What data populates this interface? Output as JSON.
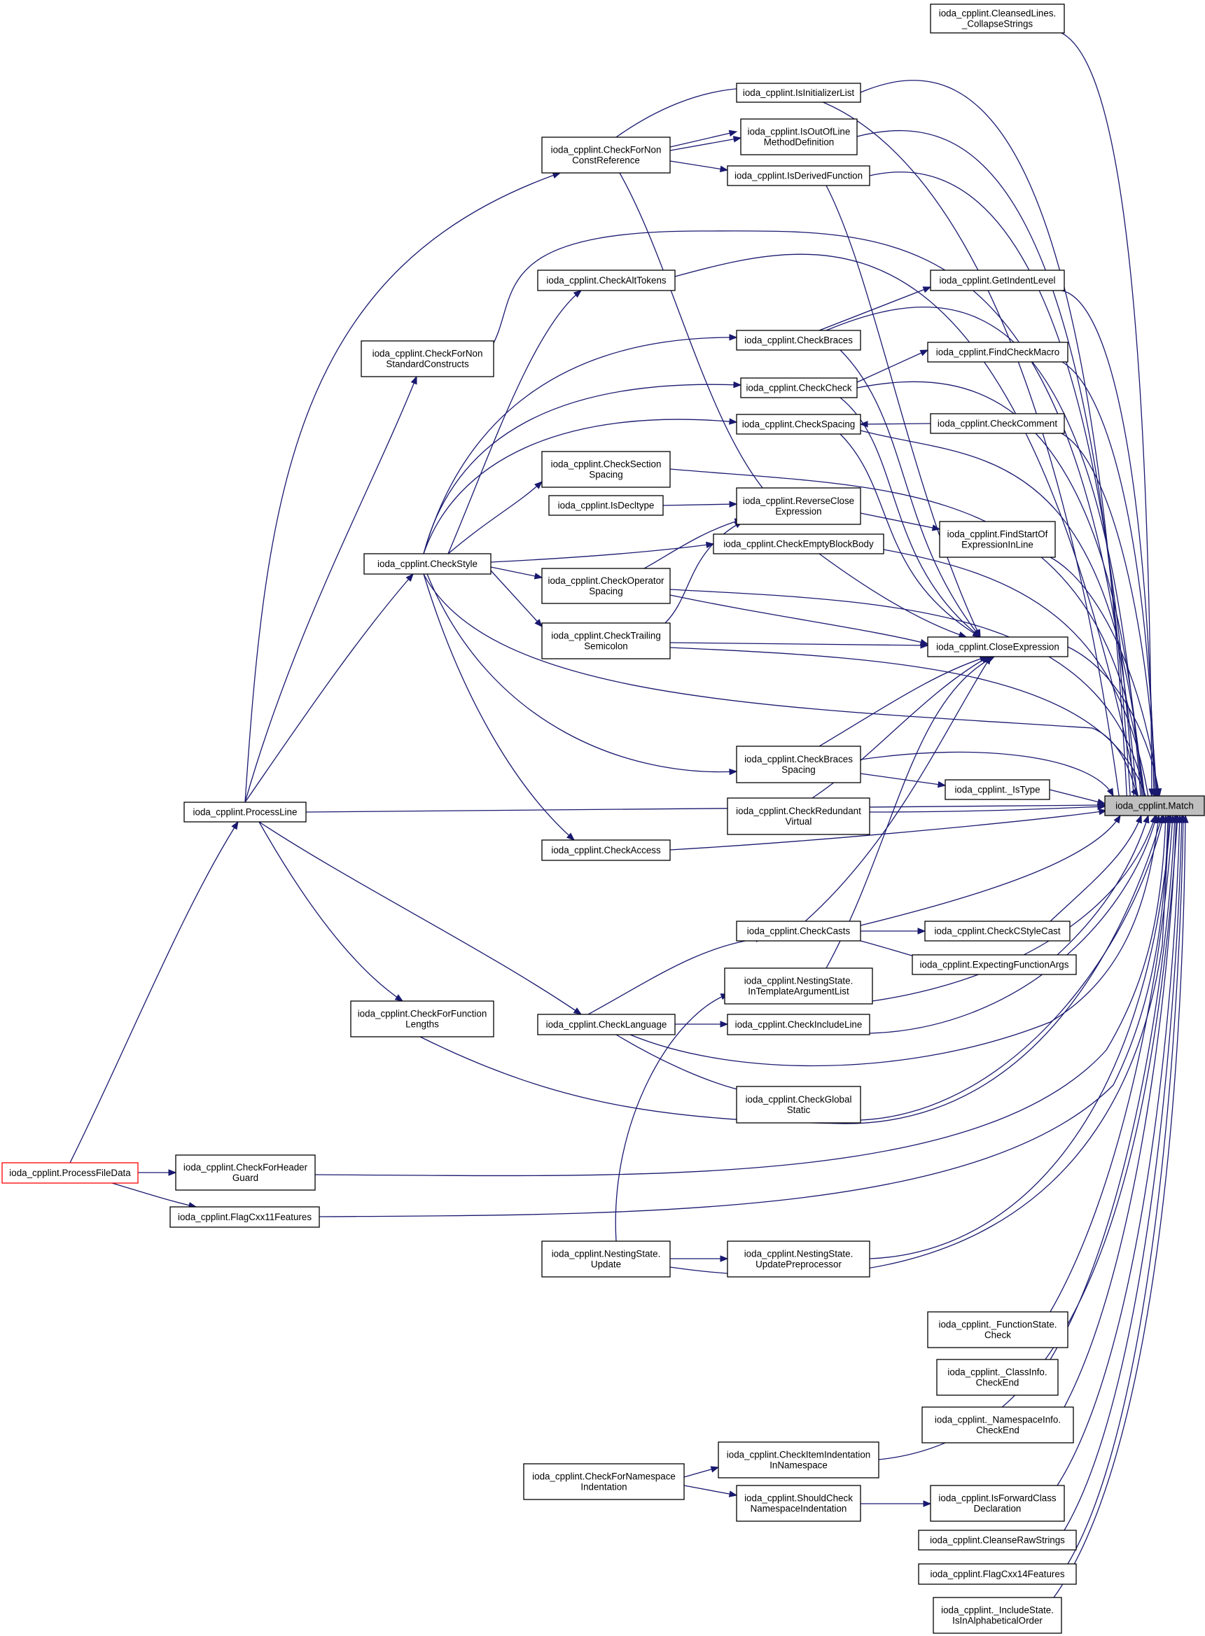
{
  "graph": {
    "nodes": [
      {
        "id": "collapse",
        "lines": [
          "ioda_cpplint.CleansedLines.",
          "_CollapseStrings"
        ]
      },
      {
        "id": "isinit",
        "lines": [
          "ioda_cpplint.IsInitializerList"
        ]
      },
      {
        "id": "isoutofline",
        "lines": [
          "ioda_cpplint.IsOutOfLine",
          "MethodDefinition"
        ]
      },
      {
        "id": "checknonconst",
        "lines": [
          "ioda_cpplint.CheckForNon",
          "ConstReference"
        ]
      },
      {
        "id": "isderived",
        "lines": [
          "ioda_cpplint.IsDerivedFunction"
        ]
      },
      {
        "id": "checkalttokens",
        "lines": [
          "ioda_cpplint.CheckAltTokens"
        ]
      },
      {
        "id": "getindent",
        "lines": [
          "ioda_cpplint.GetIndentLevel"
        ]
      },
      {
        "id": "checknonstandard",
        "lines": [
          "ioda_cpplint.CheckForNon",
          "StandardConstructs"
        ]
      },
      {
        "id": "checkbraces",
        "lines": [
          "ioda_cpplint.CheckBraces"
        ]
      },
      {
        "id": "findcheckmacro",
        "lines": [
          "ioda_cpplint.FindCheckMacro"
        ]
      },
      {
        "id": "checkcheck",
        "lines": [
          "ioda_cpplint.CheckCheck"
        ]
      },
      {
        "id": "checkspacing",
        "lines": [
          "ioda_cpplint.CheckSpacing"
        ]
      },
      {
        "id": "checkcomment",
        "lines": [
          "ioda_cpplint.CheckComment"
        ]
      },
      {
        "id": "checksection",
        "lines": [
          "ioda_cpplint.CheckSection",
          "Spacing"
        ]
      },
      {
        "id": "isdecltype",
        "lines": [
          "ioda_cpplint.IsDecltype"
        ]
      },
      {
        "id": "reverseclose",
        "lines": [
          "ioda_cpplint.ReverseClose",
          "Expression"
        ]
      },
      {
        "id": "findstart",
        "lines": [
          "ioda_cpplint.FindStartOf",
          "ExpressionInLine"
        ]
      },
      {
        "id": "checkstyle",
        "lines": [
          "ioda_cpplint.CheckStyle"
        ]
      },
      {
        "id": "checkempty",
        "lines": [
          "ioda_cpplint.CheckEmptyBlockBody"
        ]
      },
      {
        "id": "checkoperator",
        "lines": [
          "ioda_cpplint.CheckOperator",
          "Spacing"
        ]
      },
      {
        "id": "checktrailing",
        "lines": [
          "ioda_cpplint.CheckTrailing",
          "Semicolon"
        ]
      },
      {
        "id": "closeexpr",
        "lines": [
          "ioda_cpplint.CloseExpression"
        ]
      },
      {
        "id": "checkbracesspacing",
        "lines": [
          "ioda_cpplint.CheckBraces",
          "Spacing"
        ]
      },
      {
        "id": "istype",
        "lines": [
          "ioda_cpplint._IsType"
        ]
      },
      {
        "id": "match",
        "lines": [
          "ioda_cpplint.Match"
        ]
      },
      {
        "id": "processline",
        "lines": [
          "ioda_cpplint.ProcessLine"
        ]
      },
      {
        "id": "checkredundant",
        "lines": [
          "ioda_cpplint.CheckRedundant",
          "Virtual"
        ]
      },
      {
        "id": "checkaccess",
        "lines": [
          "ioda_cpplint.CheckAccess"
        ]
      },
      {
        "id": "checkcasts",
        "lines": [
          "ioda_cpplint.CheckCasts"
        ]
      },
      {
        "id": "checkcstyle",
        "lines": [
          "ioda_cpplint.CheckCStyleCast"
        ]
      },
      {
        "id": "expectingfunc",
        "lines": [
          "ioda_cpplint.ExpectingFunctionArgs"
        ]
      },
      {
        "id": "intemplate",
        "lines": [
          "ioda_cpplint.NestingState.",
          "InTemplateArgumentList"
        ]
      },
      {
        "id": "checkfunclen",
        "lines": [
          "ioda_cpplint.CheckForFunction",
          "Lengths"
        ]
      },
      {
        "id": "checklanguage",
        "lines": [
          "ioda_cpplint.CheckLanguage"
        ]
      },
      {
        "id": "checkinclude",
        "lines": [
          "ioda_cpplint.CheckIncludeLine"
        ]
      },
      {
        "id": "checkglobal",
        "lines": [
          "ioda_cpplint.CheckGlobal",
          "Static"
        ]
      },
      {
        "id": "processfile",
        "lines": [
          "ioda_cpplint.ProcessFileData"
        ]
      },
      {
        "id": "checkheader",
        "lines": [
          "ioda_cpplint.CheckForHeader",
          "Guard"
        ]
      },
      {
        "id": "flagcxx11",
        "lines": [
          "ioda_cpplint.FlagCxx11Features"
        ]
      },
      {
        "id": "nsupdate",
        "lines": [
          "ioda_cpplint.NestingState.",
          "Update"
        ]
      },
      {
        "id": "nsupdatepre",
        "lines": [
          "ioda_cpplint.NestingState.",
          "UpdatePreprocessor"
        ]
      },
      {
        "id": "funcstate",
        "lines": [
          "ioda_cpplint._FunctionState.",
          "Check"
        ]
      },
      {
        "id": "classinfo",
        "lines": [
          "ioda_cpplint._ClassInfo.",
          "CheckEnd"
        ]
      },
      {
        "id": "nsinfo",
        "lines": [
          "ioda_cpplint._NamespaceInfo.",
          "CheckEnd"
        ]
      },
      {
        "id": "checkitemindent",
        "lines": [
          "ioda_cpplint.CheckItemIndentation",
          "InNamespace"
        ]
      },
      {
        "id": "checkfornsindent",
        "lines": [
          "ioda_cpplint.CheckForNamespace",
          "Indentation"
        ]
      },
      {
        "id": "shouldcheck",
        "lines": [
          "ioda_cpplint.ShouldCheck",
          "NamespaceIndentation"
        ]
      },
      {
        "id": "isforward",
        "lines": [
          "ioda_cpplint.IsForwardClass",
          "Declaration"
        ]
      },
      {
        "id": "cleanseraw",
        "lines": [
          "ioda_cpplint.CleanseRawStrings"
        ]
      },
      {
        "id": "flagcxx14",
        "lines": [
          "ioda_cpplint.FlagCxx14Features"
        ]
      },
      {
        "id": "includestate",
        "lines": [
          "ioda_cpplint._IncludeState.",
          "IsInAlphabeticalOrder"
        ]
      }
    ]
  }
}
